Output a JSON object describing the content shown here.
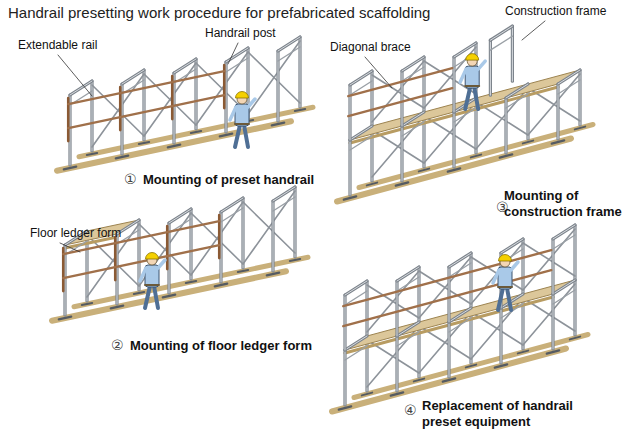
{
  "diagram": {
    "title": "Handrail presetting work procedure for prefabricated scaffolding",
    "labels": [
      "Extendable rail",
      "Handrail post",
      "Diagonal brace",
      "Construction frame",
      "①",
      "Mounting of preset handrail",
      "Floor ledger form",
      "②",
      "Mounting of floor ledger form",
      "③",
      "Mounting of construction frame",
      "④",
      "Replacement of handrail preset equipment"
    ]
  }
}
